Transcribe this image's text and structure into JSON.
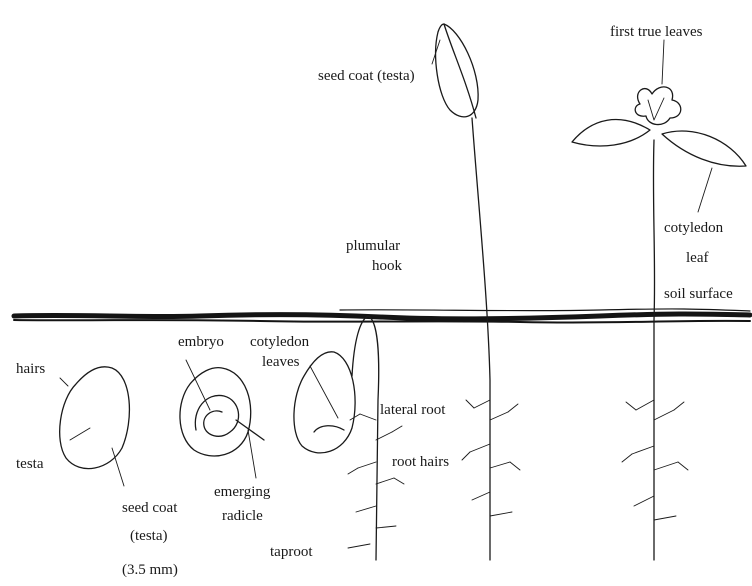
{
  "labels": {
    "seed_coat_top": "seed coat (testa)",
    "first_true_leaves": "first true leaves",
    "plumular": "plumular",
    "hook": "hook",
    "cotyledon_right": "cotyledon",
    "leaf": "leaf",
    "soil_surface": "soil surface",
    "embryo": "embryo",
    "cotyledon_mid": "cotyledon",
    "leaves": "leaves",
    "hairs": "hairs",
    "testa": "testa",
    "lateral_root": "lateral root",
    "root_hairs": "root hairs",
    "emerging": "emerging",
    "radicle": "radicle",
    "seed_coat": "seed coat",
    "testa_paren": "(testa)",
    "size": "(3.5 mm)",
    "taproot": "taproot"
  },
  "colors": {
    "ink": "#1a1a1a",
    "background": "#ffffff"
  }
}
